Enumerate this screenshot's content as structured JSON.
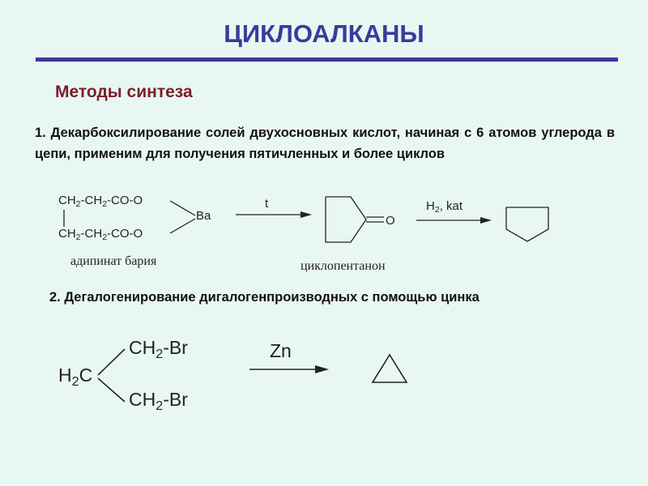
{
  "slide": {
    "title": "ЦИКЛОАЛКАНЫ",
    "subtitle": "Методы синтеза",
    "method1_text": "1. Декарбоксилирование солей двухосновных кислот, начиная с 6 атомов углерода в цепи, применим для получения пятичленных и более циклов",
    "method2_text": "2. Дегалогенирование дигалогенпроизводных с помощью цинка"
  },
  "reaction1": {
    "reactant_row1": [
      "CH",
      "2",
      "-CH",
      "2",
      "-CO-O"
    ],
    "reactant_row2": [
      "CH",
      "2",
      "-CH",
      "2",
      "-CO-O"
    ],
    "metal": "Ba",
    "reactant_name": "адипинат бария",
    "arrow1_label": "t",
    "ketone_oxygen": "O",
    "product_name": "циклопентанон",
    "arrow2_label": [
      "H",
      "2",
      ", kat"
    ]
  },
  "reaction2": {
    "branch_top": [
      "CH",
      "2",
      "-Br"
    ],
    "branch_bottom": [
      "CH",
      "2",
      "-Br"
    ],
    "carbon": [
      "H",
      "2",
      "C"
    ],
    "arrow_label": "Zn"
  }
}
